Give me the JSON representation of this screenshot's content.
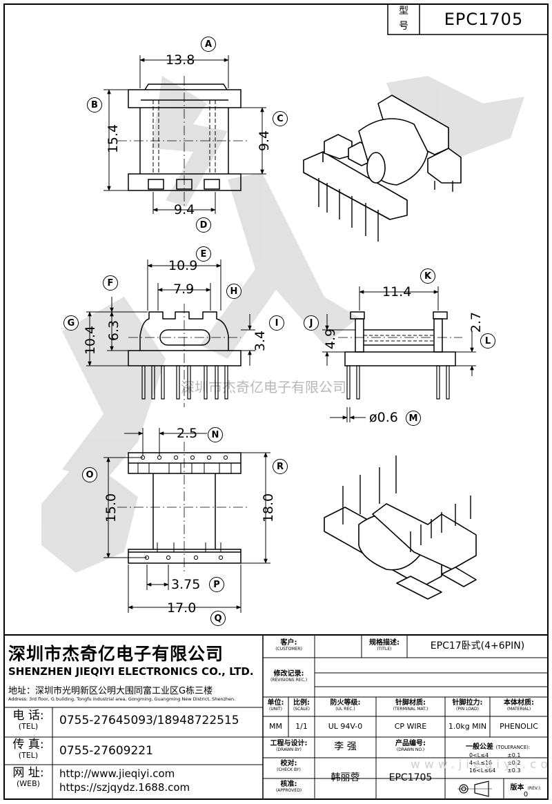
{
  "model_box": {
    "label_line1": "型",
    "label_line2": "号",
    "value": "EPC1705"
  },
  "dimensions": {
    "A": "13.8",
    "B": "15.4",
    "C": "9.4",
    "D": "9.4",
    "E": "10.9",
    "F": "6.3",
    "G": "10.4",
    "H": "7.9",
    "I": "3.4",
    "K": "11.4",
    "J": "4.9",
    "L": "2.7",
    "M": "ø0.6",
    "N": "2.5",
    "O": "15.0",
    "R": "18.0",
    "P": "3.75",
    "Q": "17.0"
  },
  "markers": [
    "A",
    "B",
    "C",
    "D",
    "E",
    "F",
    "G",
    "H",
    "I",
    "J",
    "K",
    "L",
    "M",
    "N",
    "O",
    "P",
    "Q",
    "R"
  ],
  "watermark": "深圳市杰奇亿电子有限公司",
  "company": {
    "name_cn": "深圳市杰奇亿电子有限公司",
    "name_en": "SHENZHEN JIEQIYI ELECTRONICS CO., LTD.",
    "address_label": "地址：",
    "address_cn": "深圳市光明新区公明大围同富工业区G栋三楼",
    "address_en": "Address: 3rd floor, G building, Tongfu industrial area, Gongming, Guangming New District, Shenzhen.",
    "tel_label_cn": "电 话:",
    "tel_label_en": "(TEL)",
    "tel": "0755-27645093/18948722515",
    "fax_label_cn": "传 真:",
    "fax_label_en": "(TEL)",
    "fax": "0755-27609221",
    "web_label_cn": "网 址:",
    "web_label_en": "(WEB)",
    "web1": "http://www.jieqiyi.com",
    "web2": "https://szjqydz.1688.com"
  },
  "title_block": {
    "customer_cn": "客户:",
    "customer_en": "(CUSTOMER)",
    "title_cn": "规格描述:",
    "title_en": "(TITLE)",
    "title": "EPC17卧式(4+6PIN)",
    "revisions_cn": "修改记录:",
    "revisions_en": "(REVISIONS REC.)",
    "unit_cn": "单位:",
    "unit_en": "(UNIT)",
    "unit": "MM",
    "scale_cn": "比例:",
    "scale_en": "(SCALE)",
    "scale": "1/1",
    "ulrec_cn": "防火等级:",
    "ulrec_en": "(UL REC.)",
    "ulrec": "UL 94V-0",
    "terminal_cn": "针脚材质:",
    "terminal_en": "(TERMINAL MAT.)",
    "terminal": "CP WIRE",
    "pinload_cn": "针脚拉力:",
    "pinload_en": "(PIN LOAD)",
    "pinload": "1.0kg MIN",
    "material_cn": "本体材质:",
    "material_en": "(MATERIAL)",
    "material": "PHENOLIC",
    "drawnby_cn": "工程与设计:",
    "drawnby_en": "(DRAWN BY)",
    "drawnby": "李 强",
    "drawnno_cn": "产品编号:",
    "drawnno_en": "(DRAWN NO.)",
    "drawnno": "EPC1705",
    "checkby_cn": "校对:",
    "checkby_en": "(CHECK BY)",
    "checkby": "韩丽蓉",
    "approved_cn": "核准:",
    "approved_en": "(APPROVED)",
    "tolerance_cn": "一般公差",
    "tolerance_en": "(TOLERANCE):",
    "tol_rows": [
      {
        "range": "0<L≤4",
        "value": "±0.1"
      },
      {
        "range": "4<L≤16",
        "value": "±0.2"
      },
      {
        "range": "16<L≤64",
        "value": "±0.3"
      }
    ],
    "rev_cn": "版本",
    "rev_en": "(REV.):",
    "rev": "0"
  },
  "footer_watermark": "www.jieqiyi.com"
}
